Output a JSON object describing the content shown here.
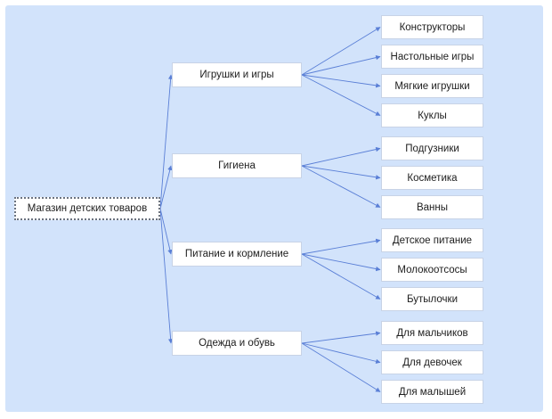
{
  "diagram": {
    "root": "Магазин детских товаров",
    "categories": [
      {
        "label": "Игрушки и игры",
        "children": [
          "Конструкторы",
          "Настольные игры",
          "Мягкие игрушки",
          "Куклы"
        ]
      },
      {
        "label": "Гигиена",
        "children": [
          "Подгузники",
          "Косметика",
          "Ванны"
        ]
      },
      {
        "label": "Питание и кормление",
        "children": [
          "Детское питание",
          "Молокоотсосы",
          "Бутылочки"
        ]
      },
      {
        "label": "Одежда и обувь",
        "children": [
          "Для мальчиков",
          "Для девочек",
          "Для малышей"
        ]
      }
    ],
    "colors": {
      "background": "#d2e3fb",
      "node_fill": "#ffffff",
      "edge": "#5a7fd6",
      "root_border": "#6b7380",
      "text": "#202020"
    }
  }
}
